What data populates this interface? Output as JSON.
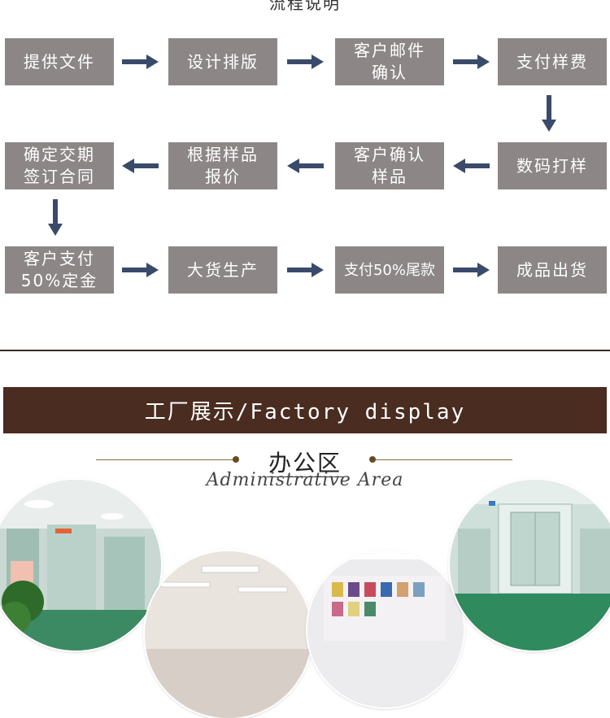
{
  "top_title": "流程说明",
  "steps": {
    "s1": "提供文件",
    "s2": "设计排版",
    "s3": "客户邮件确认",
    "s4": "支付样费",
    "s5": "数码打样",
    "s6": "客户确认样品",
    "s7": "根据样品报价",
    "s8": "确定交期签订合同",
    "s9": "客户支付50%定金",
    "s10": "大货生产",
    "s11": "支付50%尾款",
    "s12": "成品出货"
  },
  "banner": "工厂展示/Factory display",
  "section": {
    "title": "办公区",
    "subtitle": "Administrative Area"
  },
  "colors": {
    "box": "#8c8687",
    "arrow": "#3a4a6a",
    "banner": "#4a2c20"
  }
}
